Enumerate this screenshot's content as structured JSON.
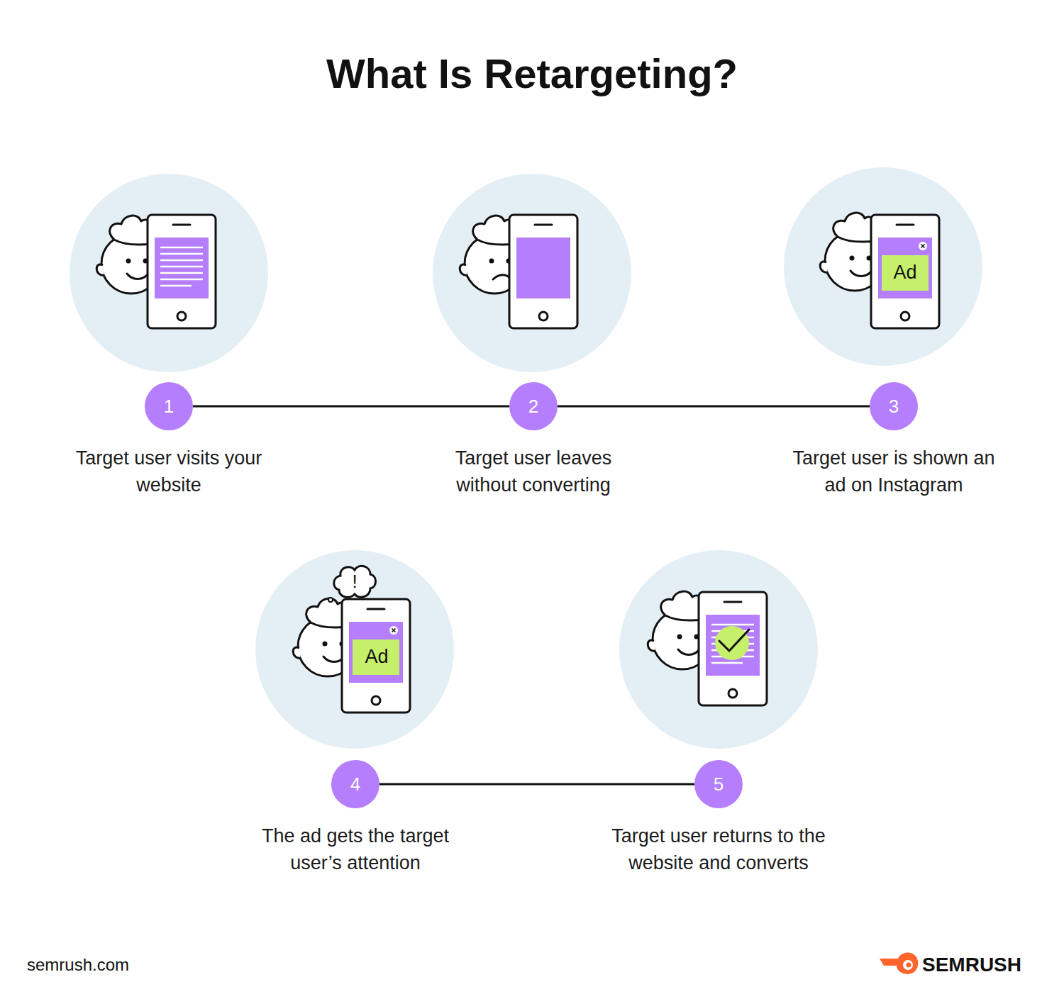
{
  "diagram": {
    "title": "What Is Retargeting?",
    "nodes": [
      {
        "text": [
          "1",
          "Target user visits your website"
        ]
      },
      {
        "text": [
          "2",
          "Target user leaves without converting"
        ]
      },
      {
        "text": [
          "3",
          "Target user is shown an ad on Instagram"
        ]
      },
      {
        "text": [
          "4",
          "The ad gets the target user’s attention"
        ]
      },
      {
        "text": [
          "5",
          "Target user returns to the website and converts"
        ]
      }
    ],
    "edges": [
      {
        "from": 0,
        "to": 1,
        "arrow": "none"
      },
      {
        "from": 1,
        "to": 2,
        "arrow": "none"
      },
      {
        "from": 3,
        "to": 4,
        "arrow": "none"
      }
    ],
    "labels": [
      "Ad",
      "!",
      "Ad",
      "semrush.com",
      "SEMRUSH"
    ]
  }
}
